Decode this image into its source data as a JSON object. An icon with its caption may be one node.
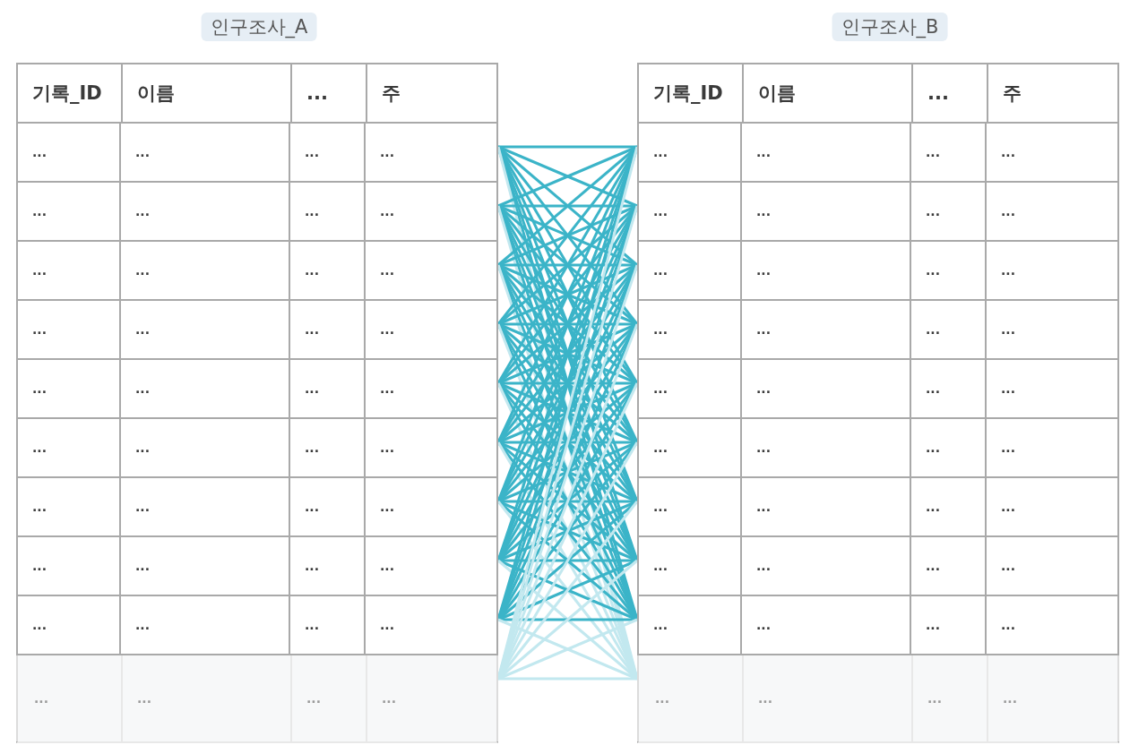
{
  "diagram": {
    "nodes": [
      {
        "text": [
          "인구조사_A",
          "기록_ID",
          "이름",
          "...",
          "주"
        ]
      },
      {
        "text": [
          "...",
          "...",
          "...",
          "..."
        ],
        "in": 0
      },
      {
        "text": [
          "...",
          "...",
          "...",
          "..."
        ],
        "in": 0
      },
      {
        "text": [
          "...",
          "...",
          "...",
          "..."
        ],
        "in": 0
      },
      {
        "text": [
          "...",
          "...",
          "...",
          "..."
        ],
        "in": 0
      },
      {
        "text": [
          "...",
          "...",
          "...",
          "..."
        ],
        "in": 0
      },
      {
        "text": [
          "...",
          "...",
          "...",
          "..."
        ],
        "in": 0
      },
      {
        "text": [
          "...",
          "...",
          "...",
          "..."
        ],
        "in": 0
      },
      {
        "text": [
          "...",
          "...",
          "...",
          "..."
        ],
        "in": 0
      },
      {
        "text": [
          "...",
          "...",
          "...",
          "..."
        ],
        "in": 0
      },
      {
        "text": [
          "...",
          "...",
          "...",
          "..."
        ],
        "in": 0
      },
      {
        "text": [
          "인구조사_B",
          "기록_ID",
          "이름",
          "...",
          "주"
        ]
      },
      {
        "text": [
          "...",
          "...",
          "...",
          "..."
        ],
        "in": 11
      },
      {
        "text": [
          "...",
          "...",
          "...",
          "..."
        ],
        "in": 11
      },
      {
        "text": [
          "...",
          "...",
          "...",
          "..."
        ],
        "in": 11
      },
      {
        "text": [
          "...",
          "...",
          "...",
          "..."
        ],
        "in": 11
      },
      {
        "text": [
          "...",
          "...",
          "...",
          "..."
        ],
        "in": 11
      },
      {
        "text": [
          "...",
          "...",
          "...",
          "..."
        ],
        "in": 11
      },
      {
        "text": [
          "...",
          "...",
          "...",
          "..."
        ],
        "in": 11
      },
      {
        "text": [
          "...",
          "...",
          "...",
          "..."
        ],
        "in": 11
      },
      {
        "text": [
          "...",
          "...",
          "...",
          "..."
        ],
        "in": 11
      },
      {
        "text": [
          "...",
          "...",
          "...",
          "..."
        ],
        "in": 11
      }
    ],
    "edges": [
      {
        "from": 1,
        "to": 12,
        "arrow": "none"
      },
      {
        "from": 1,
        "to": 13,
        "arrow": "none"
      },
      {
        "from": 1,
        "to": 14,
        "arrow": "none"
      },
      {
        "from": 1,
        "to": 15,
        "arrow": "none"
      },
      {
        "from": 1,
        "to": 16,
        "arrow": "none"
      },
      {
        "from": 1,
        "to": 17,
        "arrow": "none"
      },
      {
        "from": 1,
        "to": 18,
        "arrow": "none"
      },
      {
        "from": 1,
        "to": 19,
        "arrow": "none"
      },
      {
        "from": 1,
        "to": 20,
        "arrow": "none"
      },
      {
        "from": 1,
        "to": 21,
        "arrow": "none",
        "color": "#c2e8ef"
      },
      {
        "from": 2,
        "to": 12,
        "arrow": "none"
      },
      {
        "from": 2,
        "to": 13,
        "arrow": "none"
      },
      {
        "from": 2,
        "to": 14,
        "arrow": "none"
      },
      {
        "from": 2,
        "to": 15,
        "arrow": "none"
      },
      {
        "from": 2,
        "to": 16,
        "arrow": "none"
      },
      {
        "from": 2,
        "to": 17,
        "arrow": "none"
      },
      {
        "from": 2,
        "to": 18,
        "arrow": "none"
      },
      {
        "from": 2,
        "to": 19,
        "arrow": "none"
      },
      {
        "from": 2,
        "to": 20,
        "arrow": "none"
      },
      {
        "from": 2,
        "to": 21,
        "arrow": "none",
        "color": "#c2e8ef"
      },
      {
        "from": 3,
        "to": 12,
        "arrow": "none"
      },
      {
        "from": 3,
        "to": 13,
        "arrow": "none"
      },
      {
        "from": 3,
        "to": 14,
        "arrow": "none"
      },
      {
        "from": 3,
        "to": 15,
        "arrow": "none"
      },
      {
        "from": 3,
        "to": 16,
        "arrow": "none"
      },
      {
        "from": 3,
        "to": 17,
        "arrow": "none"
      },
      {
        "from": 3,
        "to": 18,
        "arrow": "none"
      },
      {
        "from": 3,
        "to": 19,
        "arrow": "none"
      },
      {
        "from": 3,
        "to": 20,
        "arrow": "none"
      },
      {
        "from": 3,
        "to": 21,
        "arrow": "none",
        "color": "#c2e8ef"
      },
      {
        "from": 4,
        "to": 12,
        "arrow": "none"
      },
      {
        "from": 4,
        "to": 13,
        "arrow": "none"
      },
      {
        "from": 4,
        "to": 14,
        "arrow": "none"
      },
      {
        "from": 4,
        "to": 15,
        "arrow": "none"
      },
      {
        "from": 4,
        "to": 16,
        "arrow": "none"
      },
      {
        "from": 4,
        "to": 17,
        "arrow": "none"
      },
      {
        "from": 4,
        "to": 18,
        "arrow": "none"
      },
      {
        "from": 4,
        "to": 19,
        "arrow": "none"
      },
      {
        "from": 4,
        "to": 20,
        "arrow": "none"
      },
      {
        "from": 4,
        "to": 21,
        "arrow": "none",
        "color": "#c2e8ef"
      },
      {
        "from": 5,
        "to": 12,
        "arrow": "none"
      },
      {
        "from": 5,
        "to": 13,
        "arrow": "none"
      },
      {
        "from": 5,
        "to": 14,
        "arrow": "none"
      },
      {
        "from": 5,
        "to": 15,
        "arrow": "none"
      },
      {
        "from": 5,
        "to": 16,
        "arrow": "none"
      },
      {
        "from": 5,
        "to": 17,
        "arrow": "none"
      },
      {
        "from": 5,
        "to": 18,
        "arrow": "none"
      },
      {
        "from": 5,
        "to": 19,
        "arrow": "none"
      },
      {
        "from": 5,
        "to": 20,
        "arrow": "none"
      },
      {
        "from": 5,
        "to": 21,
        "arrow": "none",
        "color": "#c2e8ef"
      },
      {
        "from": 6,
        "to": 12,
        "arrow": "none"
      },
      {
        "from": 6,
        "to": 13,
        "arrow": "none"
      },
      {
        "from": 6,
        "to": 14,
        "arrow": "none"
      },
      {
        "from": 6,
        "to": 15,
        "arrow": "none"
      },
      {
        "from": 6,
        "to": 16,
        "arrow": "none"
      },
      {
        "from": 6,
        "to": 17,
        "arrow": "none"
      },
      {
        "from": 6,
        "to": 18,
        "arrow": "none"
      },
      {
        "from": 6,
        "to": 19,
        "arrow": "none"
      },
      {
        "from": 6,
        "to": 20,
        "arrow": "none"
      },
      {
        "from": 6,
        "to": 21,
        "arrow": "none",
        "color": "#c2e8ef"
      },
      {
        "from": 7,
        "to": 12,
        "arrow": "none"
      },
      {
        "from": 7,
        "to": 13,
        "arrow": "none"
      },
      {
        "from": 7,
        "to": 14,
        "arrow": "none"
      },
      {
        "from": 7,
        "to": 15,
        "arrow": "none"
      },
      {
        "from": 7,
        "to": 16,
        "arrow": "none"
      },
      {
        "from": 7,
        "to": 17,
        "arrow": "none"
      },
      {
        "from": 7,
        "to": 18,
        "arrow": "none"
      },
      {
        "from": 7,
        "to": 19,
        "arrow": "none"
      },
      {
        "from": 7,
        "to": 20,
        "arrow": "none"
      },
      {
        "from": 7,
        "to": 21,
        "arrow": "none",
        "color": "#c2e8ef"
      },
      {
        "from": 8,
        "to": 12,
        "arrow": "none"
      },
      {
        "from": 8,
        "to": 13,
        "arrow": "none"
      },
      {
        "from": 8,
        "to": 14,
        "arrow": "none"
      },
      {
        "from": 8,
        "to": 15,
        "arrow": "none"
      },
      {
        "from": 8,
        "to": 16,
        "arrow": "none"
      },
      {
        "from": 8,
        "to": 17,
        "arrow": "none"
      },
      {
        "from": 8,
        "to": 18,
        "arrow": "none"
      },
      {
        "from": 8,
        "to": 19,
        "arrow": "none"
      },
      {
        "from": 8,
        "to": 20,
        "arrow": "none"
      },
      {
        "from": 8,
        "to": 21,
        "arrow": "none",
        "color": "#c2e8ef"
      },
      {
        "from": 9,
        "to": 12,
        "arrow": "none"
      },
      {
        "from": 9,
        "to": 13,
        "arrow": "none"
      },
      {
        "from": 9,
        "to": 14,
        "arrow": "none"
      },
      {
        "from": 9,
        "to": 15,
        "arrow": "none"
      },
      {
        "from": 9,
        "to": 16,
        "arrow": "none"
      },
      {
        "from": 9,
        "to": 17,
        "arrow": "none"
      },
      {
        "from": 9,
        "to": 18,
        "arrow": "none"
      },
      {
        "from": 9,
        "to": 19,
        "arrow": "none"
      },
      {
        "from": 9,
        "to": 20,
        "arrow": "none"
      },
      {
        "from": 9,
        "to": 21,
        "arrow": "none",
        "color": "#c2e8ef"
      },
      {
        "from": 10,
        "to": 12,
        "arrow": "none",
        "color": "#c2e8ef"
      },
      {
        "from": 10,
        "to": 13,
        "arrow": "none",
        "color": "#c2e8ef"
      },
      {
        "from": 10,
        "to": 14,
        "arrow": "none",
        "color": "#c2e8ef"
      },
      {
        "from": 10,
        "to": 15,
        "arrow": "none",
        "color": "#c2e8ef"
      },
      {
        "from": 10,
        "to": 16,
        "arrow": "none",
        "color": "#c2e8ef"
      },
      {
        "from": 10,
        "to": 17,
        "arrow": "none",
        "color": "#c2e8ef"
      },
      {
        "from": 10,
        "to": 18,
        "arrow": "none",
        "color": "#c2e8ef"
      },
      {
        "from": 10,
        "to": 19,
        "arrow": "none",
        "color": "#c2e8ef"
      },
      {
        "from": 10,
        "to": 20,
        "arrow": "none",
        "color": "#c2e8ef"
      },
      {
        "from": 10,
        "to": 21,
        "arrow": "none",
        "color": "#c2e8ef"
      }
    ]
  }
}
